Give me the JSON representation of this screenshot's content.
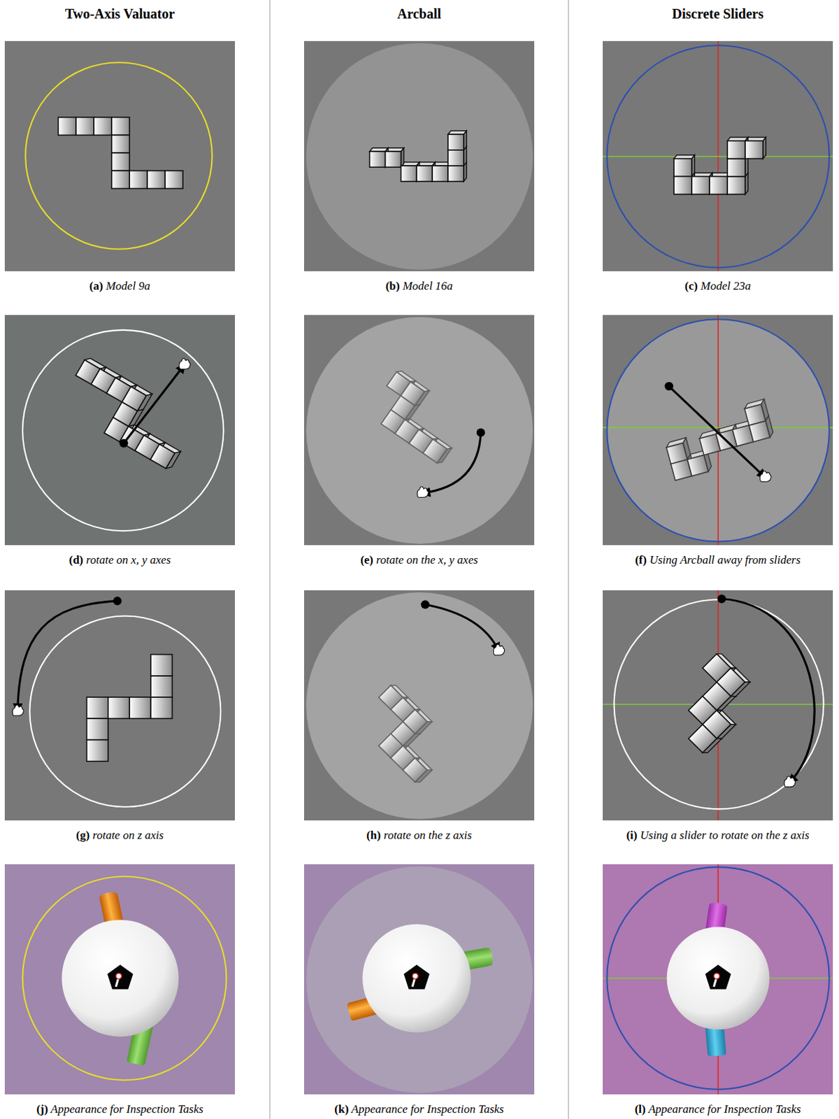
{
  "diagram": {
    "nodes": [
      {
        "text": [
          "(a) Model 9a"
        ]
      },
      {
        "text": [
          "(b) Model 16a"
        ]
      },
      {
        "text": [
          "(c) Model 23a"
        ]
      },
      {
        "text": [
          "(d) rotate on x, y axes"
        ]
      },
      {
        "text": [
          "(e) rotate on the x, y axes"
        ]
      },
      {
        "text": [
          "(f) Using Arcball away from sliders"
        ]
      },
      {
        "text": [
          "(g) rotate on z axis"
        ]
      },
      {
        "text": [
          "(h) rotate on the z axis"
        ]
      },
      {
        "text": [
          "(i) Using a slider to rotate on the z axis"
        ]
      },
      {
        "text": [
          "(j) Appearance for Inspection Tasks"
        ]
      },
      {
        "text": [
          "(k) Appearance for Inspection Tasks"
        ]
      },
      {
        "text": [
          "(l) Appearance for Inspection Tasks"
        ]
      }
    ],
    "labels": [
      "Two-Axis Valuator",
      "Arcball",
      "Discrete Sliders"
    ]
  }
}
